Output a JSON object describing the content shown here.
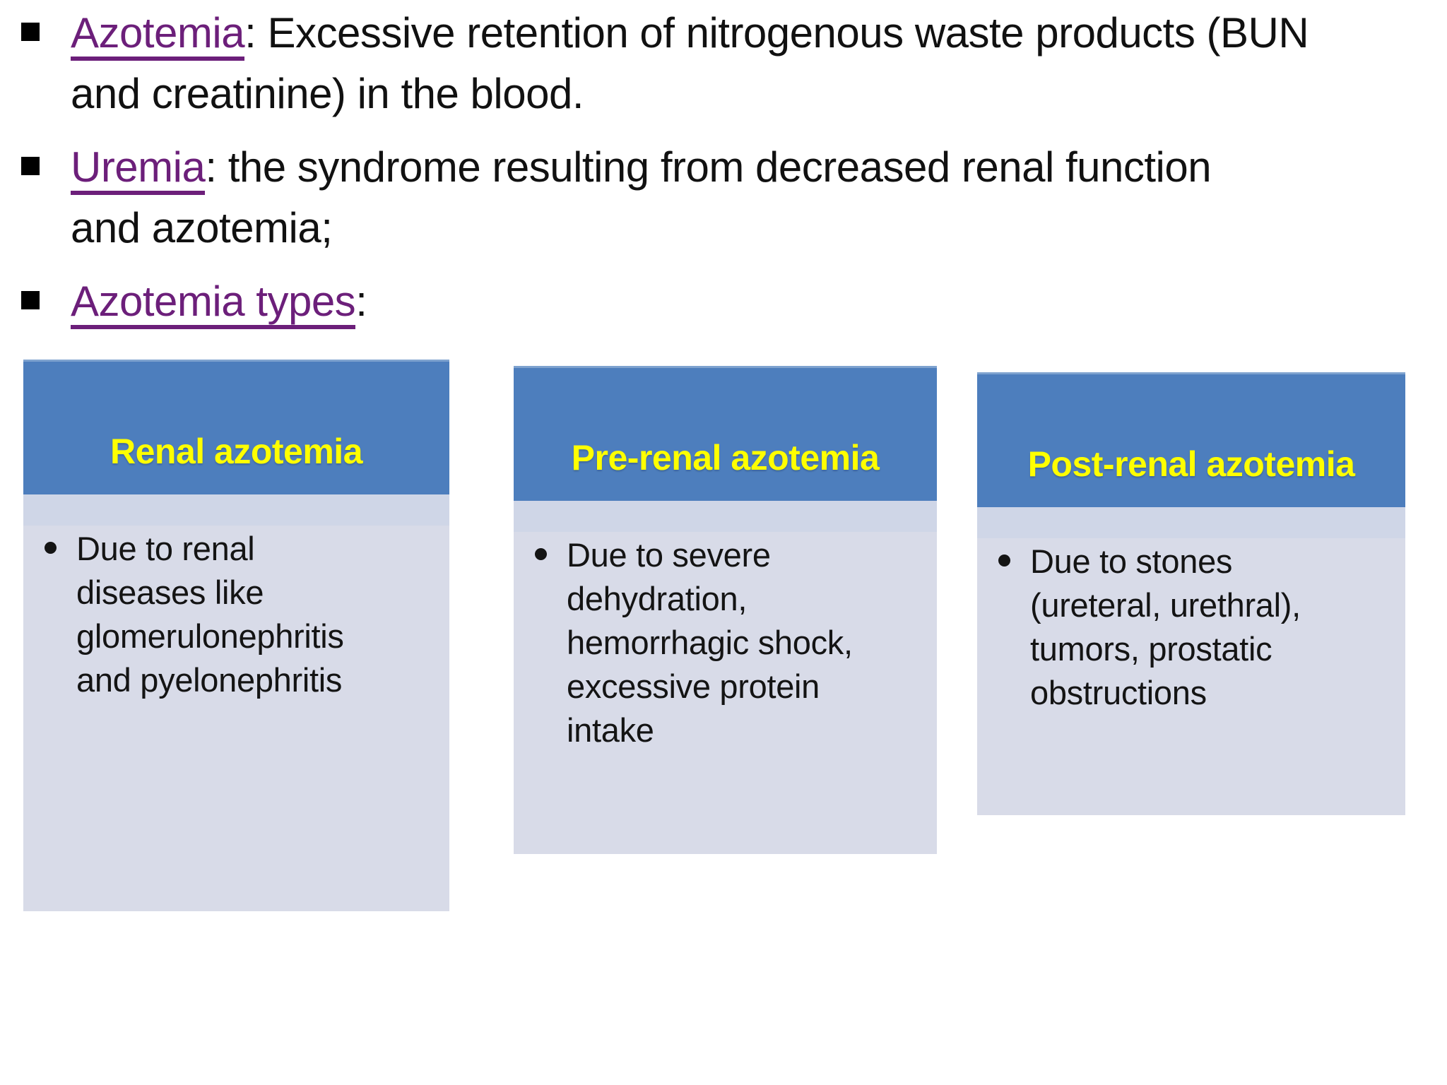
{
  "slide": {
    "colors": {
      "header_blue": "#4d7ebd",
      "band": "#cfd6e7",
      "body_fill": "#d8dbe8",
      "title_yellow": "#ffff00",
      "term_purple": "#6c1f7a",
      "text_black": "#111111"
    },
    "bullets": [
      {
        "term": "Azotemia",
        "rest": ": Excessive retention of nitrogenous waste products (BUN\nand creatinine) in the blood."
      },
      {
        "term": "Uremia",
        "rest": ": the syndrome resulting from decreased renal function\nand azotemia;"
      },
      {
        "term": "Azotemia types",
        "rest": ":"
      }
    ],
    "cards": [
      {
        "title": "Renal azotemia",
        "body": "Due to renal\ndiseases like\nglomerulonephritis\nand pyelonephritis"
      },
      {
        "title": "Pre-renal azotemia",
        "body": "Due to severe\ndehydration,\nhemorrhagic shock,\nexcessive protein\nintake"
      },
      {
        "title": "Post-renal azotemia",
        "body": "Due to stones\n(ureteral, urethral),\ntumors, prostatic\nobstructions"
      }
    ]
  }
}
